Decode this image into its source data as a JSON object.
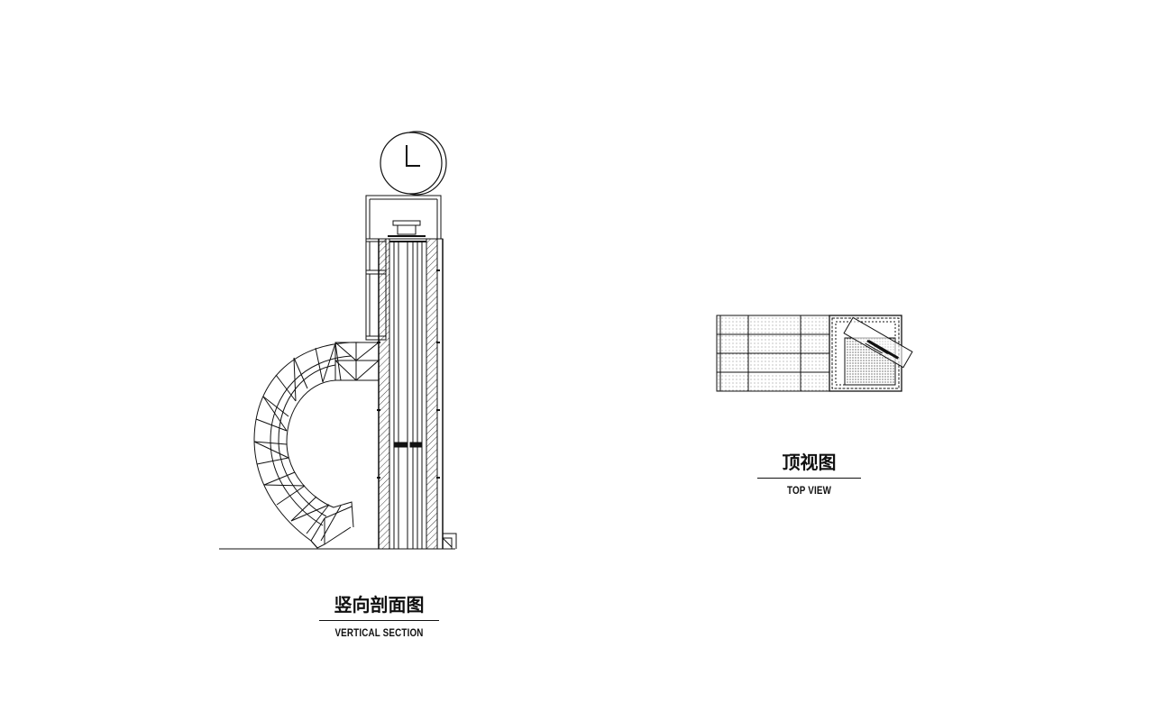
{
  "section_view": {
    "title_cn": "竖向剖面图",
    "title_en": "VERTICAL SECTION",
    "clock_glyph": "L"
  },
  "top_view": {
    "title_cn": "顶视图",
    "title_en": "TOP VIEW"
  },
  "colors": {
    "line": "#111111",
    "background": "#ffffff"
  }
}
